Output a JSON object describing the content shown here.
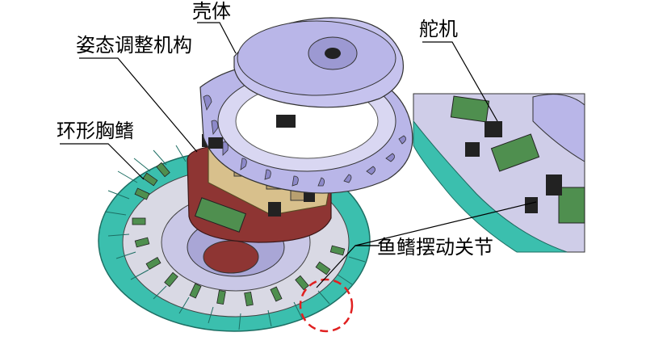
{
  "labels": {
    "shell": "壳体",
    "attitude_mechanism": "姿态调整机构",
    "annular_pectoral_fin": "环形胸鳍",
    "servo": "舵机",
    "fin_swing_joint": "鱼鳍摆动关节"
  },
  "colors": {
    "shell": "#b9b6e8",
    "shell_dark": "#8d89c9",
    "fin_ring": "#3bbfae",
    "fin_ring_dark": "#218a7c",
    "inner_tan": "#d8c08c",
    "red_plate": "#8e3533",
    "servo_green": "#4f8f4f",
    "callout_circle": "#e02020"
  }
}
